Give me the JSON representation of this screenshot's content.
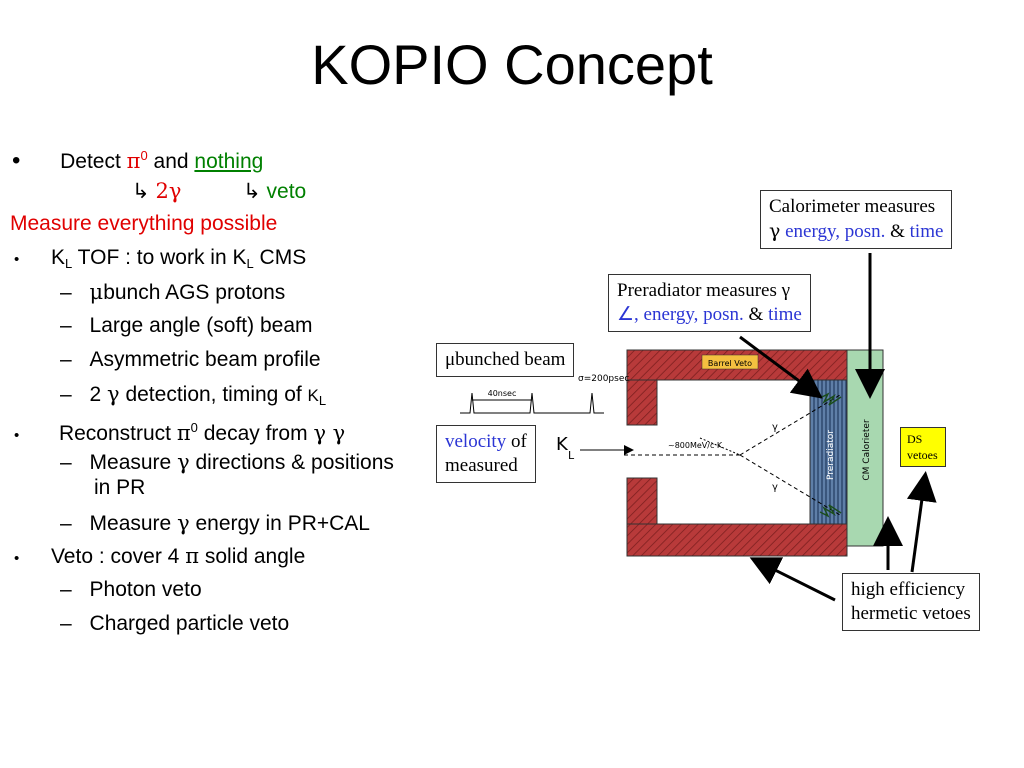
{
  "title": "KOPIO Concept",
  "bullets": {
    "b1_dot": "•",
    "b1_detect": "Detect",
    "b1_pi": "π",
    "b1_pi_sup": "0",
    "b1_and": "and",
    "b1_nothing": "nothing",
    "arrow1": "↳",
    "two_gamma": "2γ",
    "arrow2": "↳",
    "veto": "veto",
    "measure_all": "Measure everything possible",
    "b2_dot": "•",
    "b2_k": "K",
    "b2_k_sub": "L",
    "b2_tof": " TOF : to work in K",
    "b2_k2_sub": "L",
    "b2_cms": " CMS",
    "s1_dash": "–",
    "s1_mu": "μ",
    "s1_text": "bunch AGS protons",
    "s2_dash": "–",
    "s2_text": "Large angle (soft) beam",
    "s3_dash": "–",
    "s3_text": "Asymmetric beam profile",
    "s4_dash": "–",
    "s4_text_a": "2 ",
    "s4_gamma": "γ",
    "s4_text_b": " detection, timing of ",
    "s4_k": "K",
    "s4_k_sub": "L",
    "b3_dot": "•",
    "b3_text_a": "Reconstruct ",
    "b3_pi": "π",
    "b3_pi_sup": "0",
    "b3_text_b": " decay from ",
    "b3_gg": "γ γ",
    "s5_dash": "–",
    "s5_text_a": "Measure ",
    "s5_gamma": "γ",
    "s5_text_b": " directions & positions",
    "s5_text_c": "in PR",
    "s6_dash": "–",
    "s6_text_a": "Measure ",
    "s6_gamma": "γ",
    "s6_text_b": " energy in PR+CAL",
    "b4_dot": "•",
    "b4_text_a": "Veto : cover 4 ",
    "b4_pi": "π",
    "b4_text_b": " solid angle",
    "s7_dash": "–",
    "s7_text": "Photon veto",
    "s8_dash": "–",
    "s8_text": "Charged particle veto"
  },
  "diagram": {
    "cal_line1": "Calorimeter measures",
    "cal_gamma": "γ",
    "cal_blue1": " energy, posn. ",
    "cal_amp": "&",
    "cal_blue2": " time",
    "pre_line1": "Preradiator measures γ",
    "pre_blue": "∠, energy, posn. ",
    "pre_amp": "&",
    "pre_blue2": " time",
    "mu_line": "μbunched beam",
    "vel_blue": "velocity",
    "vel_of": " of",
    "vel_line2": "measured",
    "ds_line1": "DS",
    "ds_line2": "vetoes",
    "hermetic_line1": "high efficiency",
    "hermetic_line2": "hermetic vetoes",
    "barrel_veto": "Barrel Veto",
    "sigma_label": "σ=200psec",
    "pulse_spacing": "40nsec",
    "kl_label": "K",
    "kl_sub": "L",
    "beam_label": "~800MeV/c  K",
    "gamma_top": "γ",
    "gamma_bottom": "γ",
    "preradiator": "Preradiator",
    "calorimeter": "CM Calorieter"
  }
}
